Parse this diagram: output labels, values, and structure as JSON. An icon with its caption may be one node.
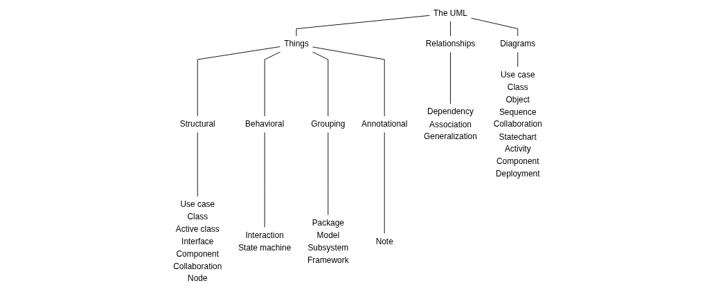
{
  "diagram": {
    "nodes": [
      {
        "text": [
          "The UML"
        ]
      },
      {
        "text": [
          "Things"
        ]
      },
      {
        "text": [
          "Relationships"
        ]
      },
      {
        "text": [
          "Diagrams"
        ]
      },
      {
        "text": [
          "Structural"
        ]
      },
      {
        "text": [
          "Behavioral"
        ]
      },
      {
        "text": [
          "Grouping"
        ]
      },
      {
        "text": [
          "Annotational"
        ]
      },
      {
        "text": [
          "Use case",
          "Class",
          "Active class",
          "Interface",
          "Component",
          "Collaboration",
          "Node"
        ]
      },
      {
        "text": [
          "Interaction",
          "State machine"
        ]
      },
      {
        "text": [
          "Package",
          "Model",
          "Subsystem",
          "Framework"
        ]
      },
      {
        "text": [
          "Note"
        ]
      },
      {
        "text": [
          "Dependency",
          "Association",
          "Generalization"
        ]
      },
      {
        "text": [
          "Use case",
          "Class",
          "Object",
          "Sequence",
          "Collaboration",
          "Statechart",
          "Activity",
          "Component",
          "Deployment"
        ]
      }
    ],
    "edges": [
      {
        "from": 0,
        "to": 1,
        "arrow": "none"
      },
      {
        "from": 0,
        "to": 2,
        "arrow": "none"
      },
      {
        "from": 0,
        "to": 3,
        "arrow": "none"
      },
      {
        "from": 1,
        "to": 4,
        "arrow": "none"
      },
      {
        "from": 1,
        "to": 5,
        "arrow": "none"
      },
      {
        "from": 1,
        "to": 6,
        "arrow": "none"
      },
      {
        "from": 1,
        "to": 7,
        "arrow": "none"
      },
      {
        "from": 4,
        "to": 8,
        "arrow": "none"
      },
      {
        "from": 5,
        "to": 9,
        "arrow": "none"
      },
      {
        "from": 6,
        "to": 10,
        "arrow": "none"
      },
      {
        "from": 7,
        "to": 11,
        "arrow": "none"
      },
      {
        "from": 2,
        "to": 12,
        "arrow": "none"
      },
      {
        "from": 3,
        "to": 13,
        "arrow": "none"
      }
    ]
  }
}
